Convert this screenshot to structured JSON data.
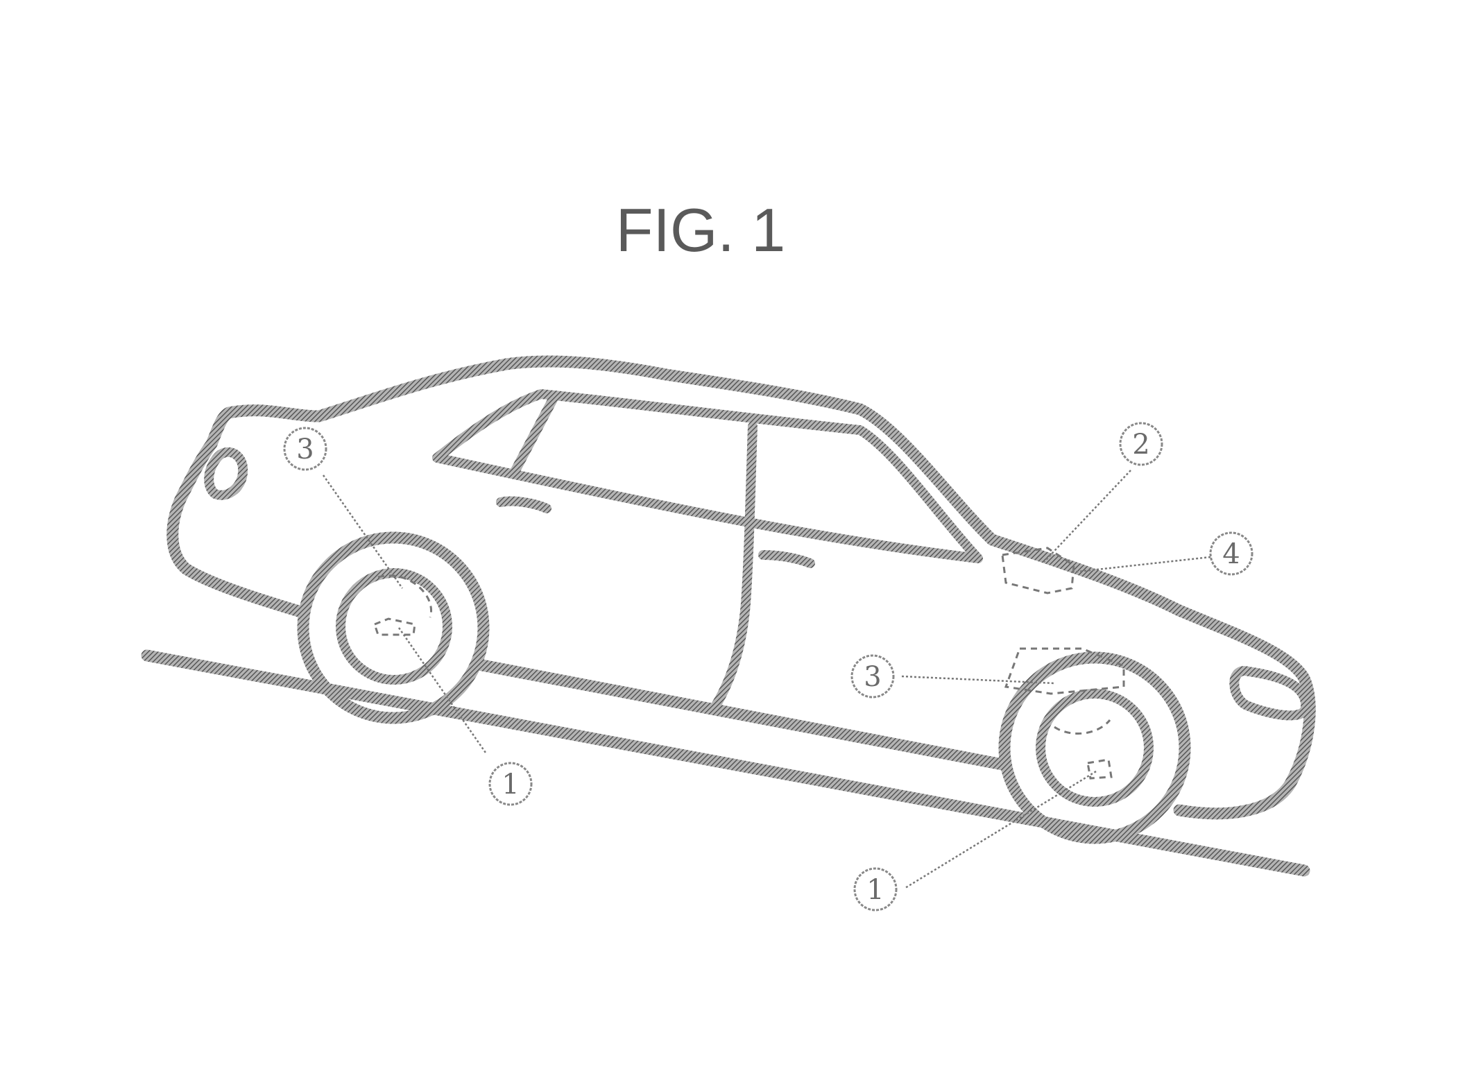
{
  "figure": {
    "title": "FIG. 1",
    "labels": {
      "rear_wheel_part": "3",
      "rear_wheel_hub": "1",
      "front_wheel_part": "3",
      "front_wheel_hub": "1",
      "body_part_upper": "2",
      "body_part_lower": "4"
    }
  },
  "colors": {
    "line": "#7a7a7a",
    "background": "#ffffff"
  }
}
